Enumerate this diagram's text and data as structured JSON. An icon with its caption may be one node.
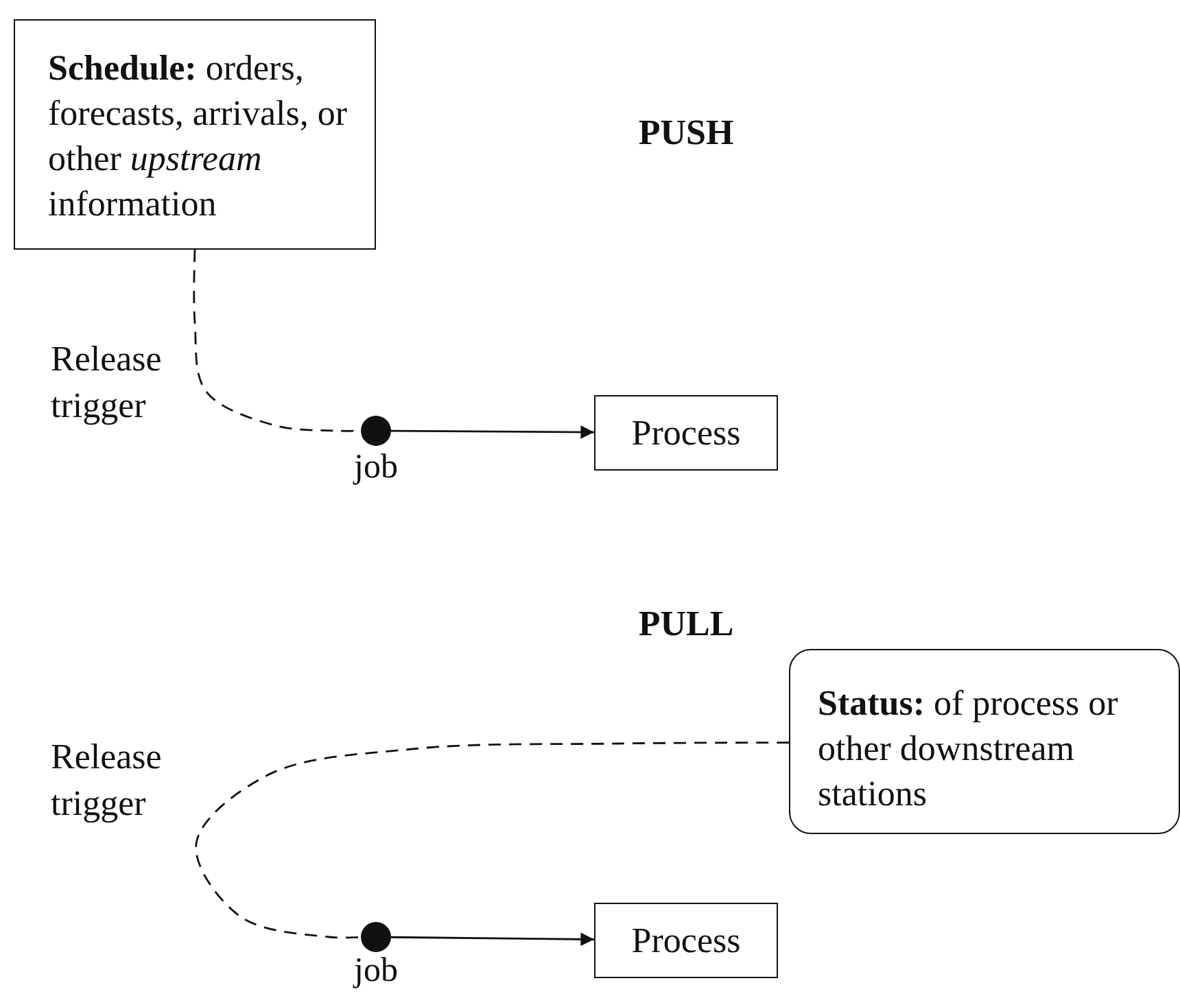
{
  "diagram": {
    "nodes": [
      {
        "text": [
          "**Schedule:** orders, forecasts, arrivals, or other *upstream* information"
        ]
      },
      {
        "text": [],
        "shape": "circle",
        "beside": [
          "job"
        ]
      },
      {
        "text": [
          "Process"
        ]
      },
      {
        "text": [
          "**Status:** of process or other downstream stations"
        ]
      },
      {
        "text": [],
        "shape": "circle",
        "beside": [
          "job"
        ]
      },
      {
        "text": [
          "Process"
        ]
      }
    ],
    "edges": [
      {
        "from": 0,
        "to": 1,
        "arrow": "none",
        "style": "dashed",
        "label": "Release trigger"
      },
      {
        "from": 1,
        "to": 2,
        "arrow": "to"
      },
      {
        "from": 3,
        "to": 4,
        "arrow": "none",
        "style": "dashed",
        "label": "Release trigger"
      },
      {
        "from": 4,
        "to": 5,
        "arrow": "to"
      }
    ],
    "labels": [
      "PUSH",
      "PULL"
    ]
  }
}
